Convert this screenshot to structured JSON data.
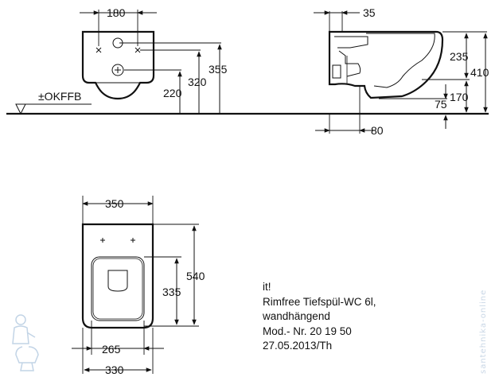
{
  "dimensions": {
    "front_width": "180",
    "front_height_355": "355",
    "front_height_320": "320",
    "front_height_220": "220",
    "floor_label": "±OKFFB",
    "side_35": "35",
    "side_235": "235",
    "side_410": "410",
    "side_170": "170",
    "side_75": "75",
    "side_80": "80",
    "top_350": "350",
    "top_540": "540",
    "top_335": "335",
    "top_265": "265",
    "top_330": "330"
  },
  "product_info": {
    "line1": "it!",
    "line2": "Rimfree Tiefspül-WC 6l,",
    "line3": "wandhängend",
    "line4": "Mod.- Nr. 20 19 50",
    "line5": "27.05.2013/Th"
  },
  "watermark": {
    "text": "santehnika-online",
    "icon": "plumber-mascot-icon"
  },
  "colors": {
    "line": "#111111",
    "watermark": "#c9d7e6"
  }
}
